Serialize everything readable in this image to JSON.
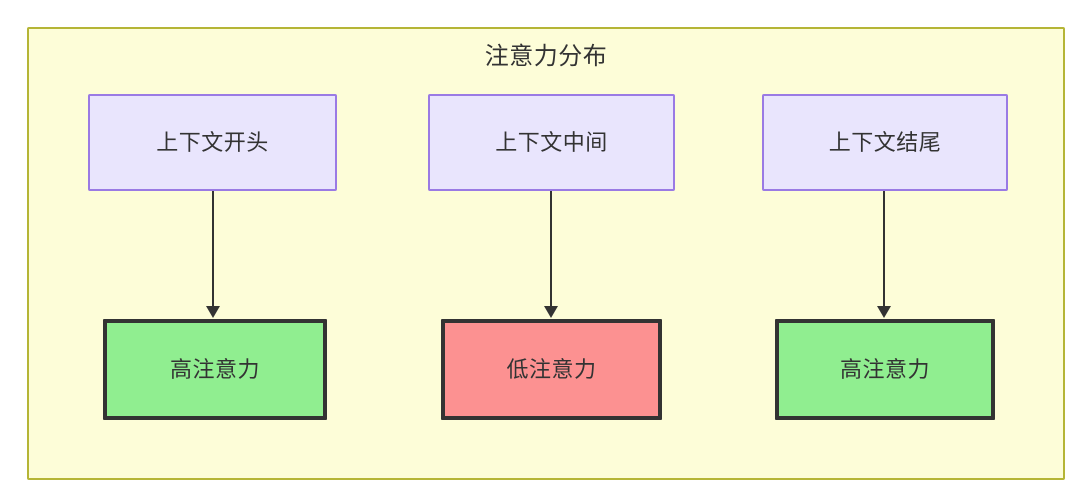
{
  "diagram": {
    "title": "注意力分布",
    "background_color": "#fdfdd8",
    "border_color": "#b5b536",
    "nodes": {
      "context": [
        {
          "id": "context-start",
          "label": "上下文开头",
          "fill": "#e9e5fd",
          "stroke": "#9a7ae4"
        },
        {
          "id": "context-middle",
          "label": "上下文中间",
          "fill": "#e9e5fd",
          "stroke": "#9a7ae4"
        },
        {
          "id": "context-end",
          "label": "上下文结尾",
          "fill": "#e9e5fd",
          "stroke": "#9a7ae4"
        }
      ],
      "attention": [
        {
          "id": "attention-high-start",
          "label": "高注意力",
          "fill": "#90ee90",
          "stroke": "#333333",
          "level": "high"
        },
        {
          "id": "attention-low-middle",
          "label": "低注意力",
          "fill": "#fc9191",
          "stroke": "#333333",
          "level": "low"
        },
        {
          "id": "attention-high-end",
          "label": "高注意力",
          "fill": "#90ee90",
          "stroke": "#333333",
          "level": "high"
        }
      ]
    },
    "edges": [
      {
        "from": "context-start",
        "to": "attention-high-start",
        "arrow": "down-arrow"
      },
      {
        "from": "context-middle",
        "to": "attention-low-middle",
        "arrow": "down-arrow"
      },
      {
        "from": "context-end",
        "to": "attention-high-end",
        "arrow": "down-arrow"
      }
    ]
  }
}
